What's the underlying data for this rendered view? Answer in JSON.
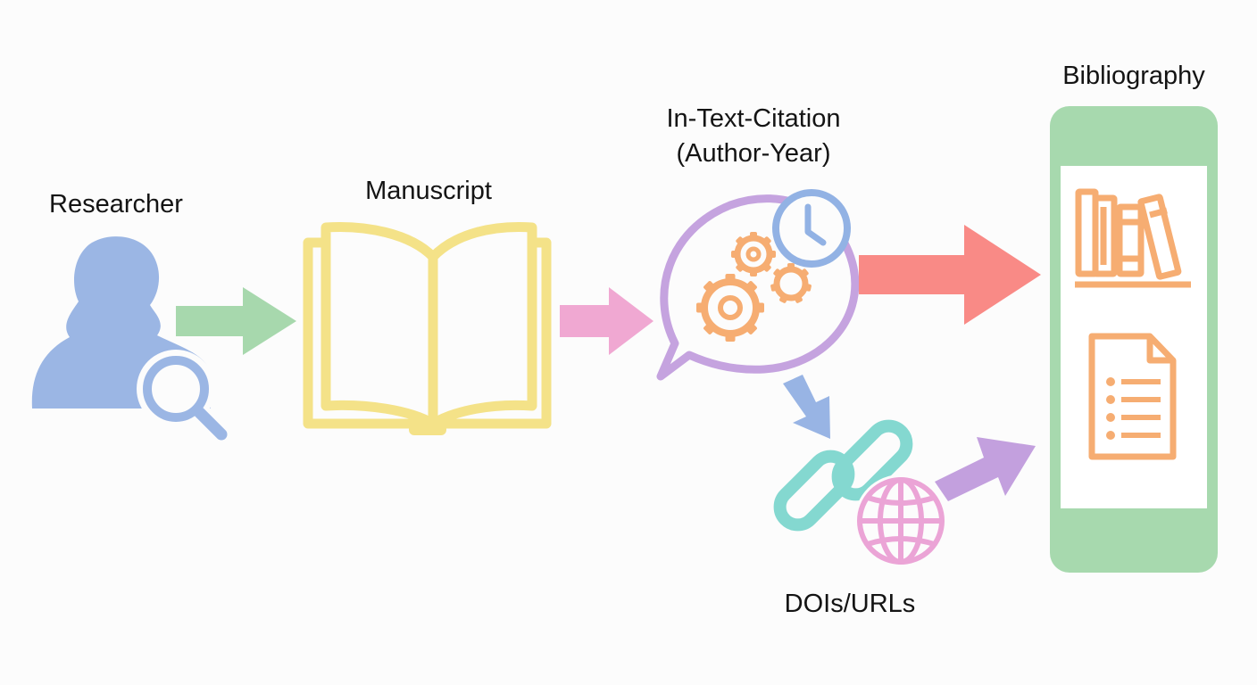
{
  "nodes": {
    "researcher": {
      "label": "Researcher"
    },
    "manuscript": {
      "label": "Manuscript"
    },
    "citation": {
      "label_line1": "In-Text-Citation",
      "label_line2": "(Author-Year)"
    },
    "dois": {
      "label": "DOIs/URLs"
    },
    "bibliography": {
      "label": "Bibliography"
    }
  },
  "colors": {
    "researcher": "#9bb6e4",
    "arrow_researcher_manuscript": "#a7d8ad",
    "manuscript": "#f4e288",
    "arrow_manuscript_citation": "#f0a8d2",
    "citation_bubble": "#c5a3df",
    "gears": "#f6ad72",
    "clock": "#92b2e4",
    "arrow_citation_bibliography": "#f98a86",
    "arrow_citation_dois": "#98b4e4",
    "chain": "#84d8d0",
    "globe": "#eba4d6",
    "arrow_dois_bibliography": "#c3a0de",
    "bibliography_frame": "#a7d9ae",
    "bibliography_icons": "#f6ad72"
  },
  "icons": {
    "researcher": "user-search-icon",
    "manuscript": "open-book-icon",
    "citation": "speech-bubble-gears-clock-icon",
    "dois": "chain-link-globe-icon",
    "bibliography_books": "bookshelf-icon",
    "bibliography_list": "document-list-icon"
  }
}
